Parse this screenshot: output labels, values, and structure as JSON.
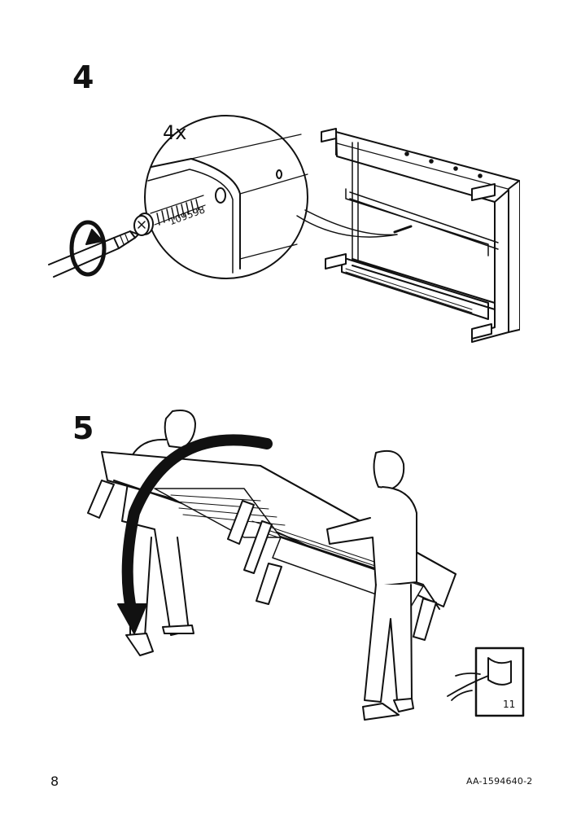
{
  "steps": [
    {
      "number": "4",
      "quantity": "4x",
      "part_number": "109598"
    },
    {
      "number": "5",
      "reference_page": "11"
    }
  ],
  "footer": {
    "page_number": "8",
    "document_code": "AA-1594640-2"
  }
}
